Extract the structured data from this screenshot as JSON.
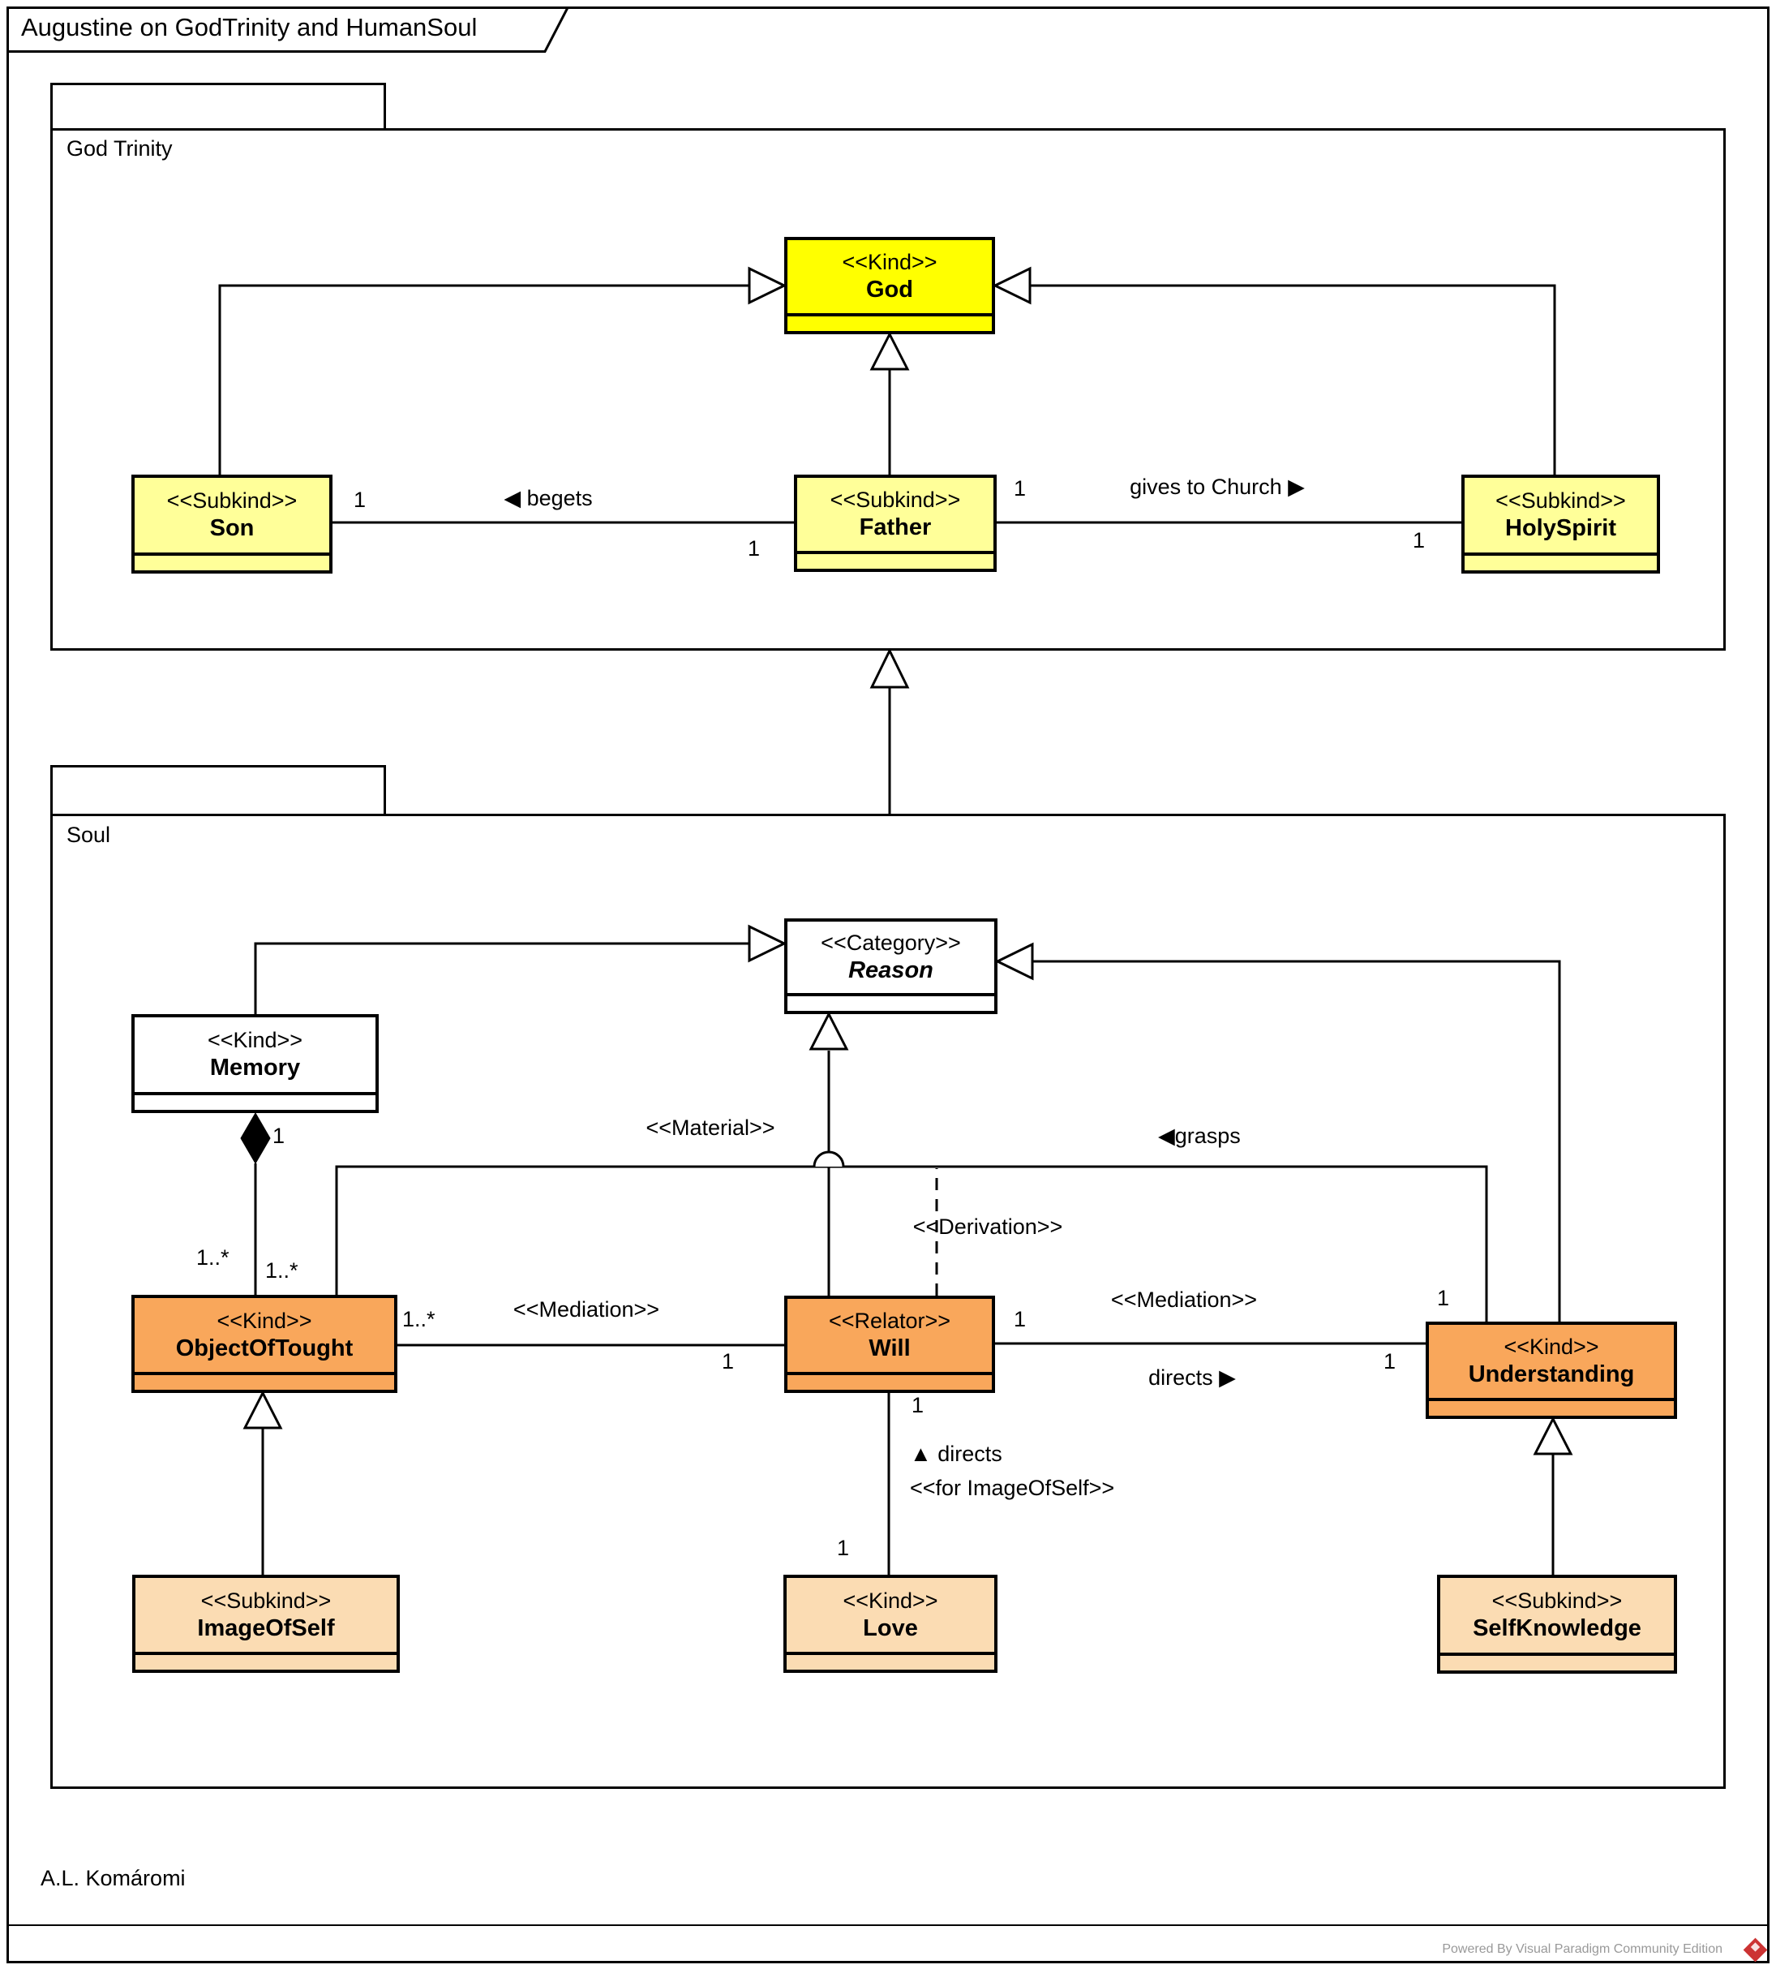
{
  "frame": {
    "title": "Augustine on GodTrinity and HumanSoul"
  },
  "packages": {
    "god_trinity": "God Trinity",
    "soul": "Soul"
  },
  "classes": {
    "god": {
      "stereotype": "<<Kind>>",
      "name": "God"
    },
    "son": {
      "stereotype": "<<Subkind>>",
      "name": "Son"
    },
    "father": {
      "stereotype": "<<Subkind>>",
      "name": "Father"
    },
    "holyspirit": {
      "stereotype": "<<Subkind>>",
      "name": "HolySpirit"
    },
    "reason": {
      "stereotype": "<<Category>>",
      "name": "Reason"
    },
    "memory": {
      "stereotype": "<<Kind>>",
      "name": "Memory"
    },
    "objectoftought": {
      "stereotype": "<<Kind>>",
      "name": "ObjectOfTought"
    },
    "will": {
      "stereotype": "<<Relator>>",
      "name": "Will"
    },
    "understanding": {
      "stereotype": "<<Kind>>",
      "name": "Understanding"
    },
    "imageofself": {
      "stereotype": "<<Subkind>>",
      "name": "ImageOfSelf"
    },
    "love": {
      "stereotype": "<<Kind>>",
      "name": "Love"
    },
    "selfknowledge": {
      "stereotype": "<<Subkind>>",
      "name": "SelfKnowledge"
    }
  },
  "labels": {
    "begets": "◀ begets",
    "gives_to_church": "gives to Church ▶",
    "material": "<<Material>>",
    "grasps": "◀grasps",
    "derivation": "<<Derivation>>",
    "mediation_left": "<<Mediation>>",
    "mediation_right": "<<Mediation>>",
    "directs_right": "directs ▶",
    "directs_up": "▲ directs",
    "for_imageofself": "<<for ImageOfSelf>>"
  },
  "multiplicities": {
    "begets_son": "1",
    "begets_father": "1",
    "gives_father": "1",
    "gives_holyspirit": "1",
    "composition_memory": "1",
    "composition_objectoftought": "1..*",
    "material_objectoftought": "1..*",
    "material_understanding": "1",
    "mediation_left_objectoftought": "1..*",
    "mediation_left_will": "1",
    "mediation_right_will": "1",
    "mediation_right_understanding": "1",
    "directs_will": "1",
    "directs_love": "1"
  },
  "signature": "A.L. Komáromi",
  "watermark": "Powered By Visual Paradigm Community Edition",
  "colors": {
    "kind_yellow": "#FFFF00",
    "subkind_yellow": "#FFFF99",
    "orange": "#F9A75B",
    "peach": "#FBDCB3",
    "white_box": "#FFFFFF",
    "line": "#000000",
    "watermark_gray": "#999999",
    "logo_red": "#CC3333"
  }
}
